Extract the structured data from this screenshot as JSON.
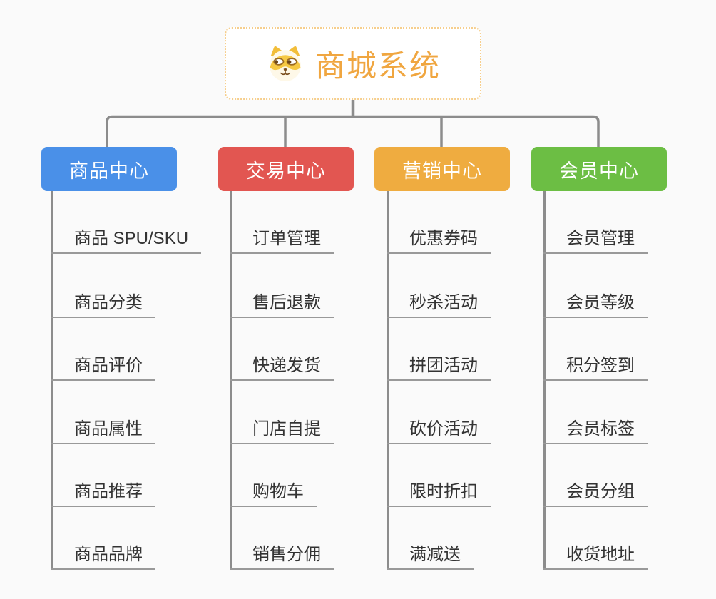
{
  "page": {
    "background": "#FAFAFA",
    "connector_color": "#8C8C8C",
    "underline_color": "#999999"
  },
  "root": {
    "title": "商城系统",
    "icon": "dog-face-icon",
    "text_color": "#F0A640",
    "border_color": "#F6CE8C"
  },
  "branches": [
    {
      "id": "product-center",
      "label": "商品中心",
      "color": "#4A90E8",
      "children": [
        "商品 SPU/SKU",
        "商品分类",
        "商品评价",
        "商品属性",
        "商品推荐",
        "商品品牌"
      ]
    },
    {
      "id": "trade-center",
      "label": "交易中心",
      "color": "#E25651",
      "children": [
        "订单管理",
        "售后退款",
        "快递发货",
        "门店自提",
        "购物车",
        "销售分佣"
      ]
    },
    {
      "id": "marketing-center",
      "label": "营销中心",
      "color": "#EFAC40",
      "children": [
        "优惠券码",
        "秒杀活动",
        "拼团活动",
        "砍价活动",
        "限时折扣",
        "满减送"
      ]
    },
    {
      "id": "member-center",
      "label": "会员中心",
      "color": "#6CBE44",
      "children": [
        "会员管理",
        "会员等级",
        "积分签到",
        "会员标签",
        "会员分组",
        "收货地址"
      ]
    }
  ]
}
